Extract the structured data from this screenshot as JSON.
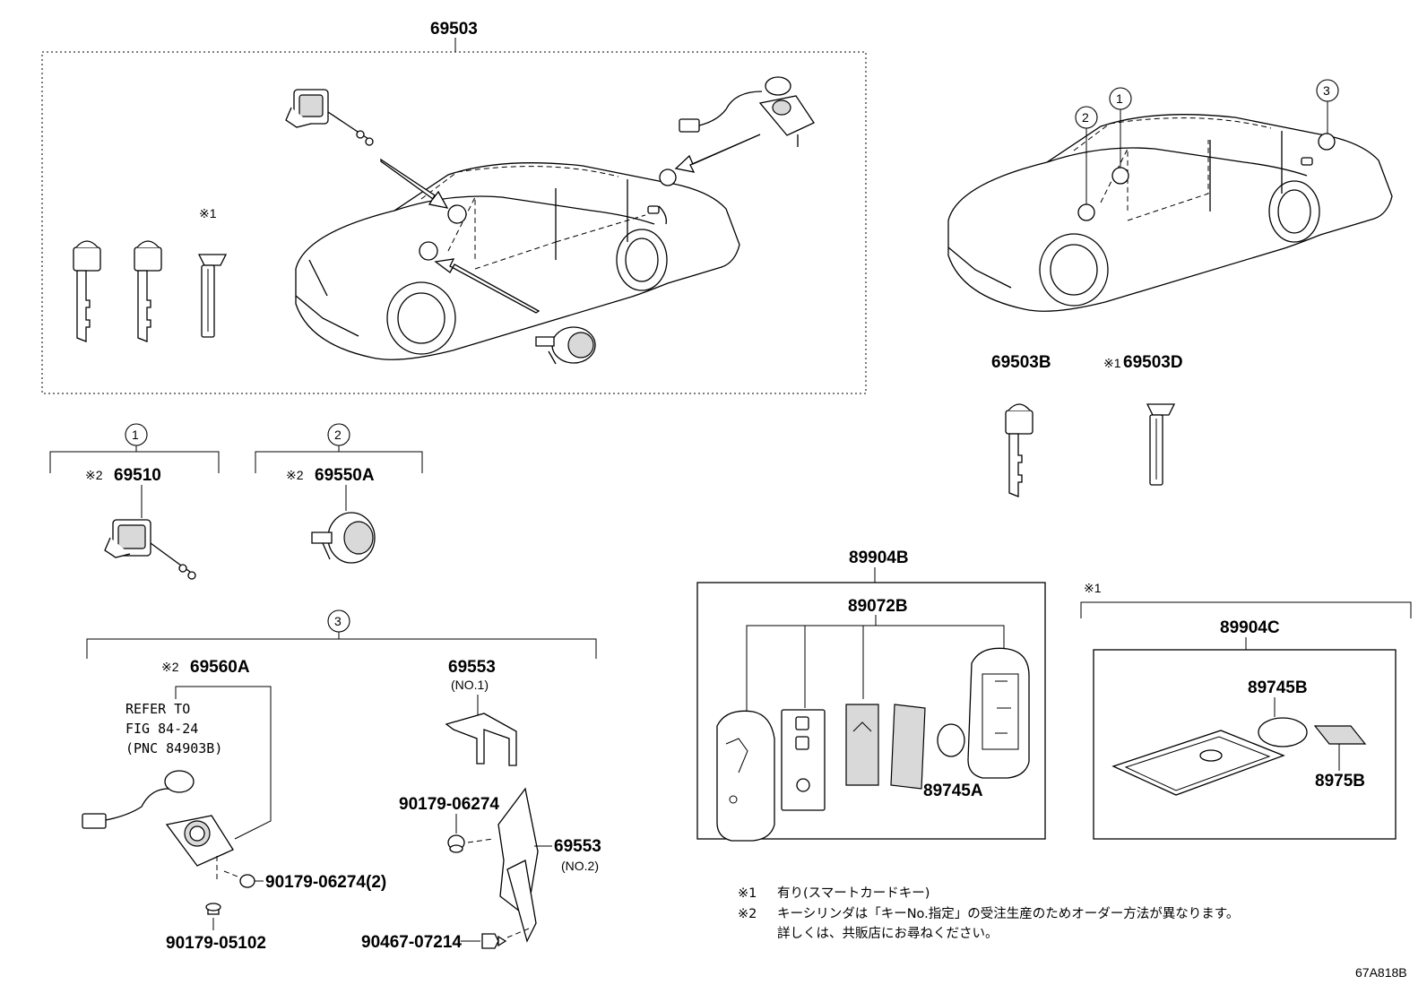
{
  "parts": {
    "p69503": "69503",
    "p69503B": "69503B",
    "p69503D": "69503D",
    "p69510": "69510",
    "p69550A": "69550A",
    "p69560A": "69560A",
    "p69553_1": "69553",
    "p69553_1_sub": "(NO.1)",
    "p69553_2": "69553",
    "p69553_2_sub": "(NO.2)",
    "p90179_06274_a": "90179-06274",
    "p90179_06274_b": "90179-06274(2)",
    "p90179_05102": "90179-05102",
    "p90467_07214": "90467-07214",
    "p89904B": "89904B",
    "p89072B": "89072B",
    "p89745A": "89745A",
    "p89904C": "89904C",
    "p89745B": "89745B",
    "p8975B": "8975B"
  },
  "marks": {
    "note1": "※1",
    "note2": "※2",
    "circle1": "1",
    "circle2": "2",
    "circle3": "3"
  },
  "refer": {
    "line1": "REFER TO",
    "line2": "FIG 84-24",
    "line3": "(PNC 84903B)"
  },
  "notes": {
    "n1_mark": "※1",
    "n1_text": "有り(スマートカードキー)",
    "n2_mark": "※2",
    "n2_text_line1": "キーシリンダは「キーNo.指定」の受注生産のためオーダー方法が異なります。",
    "n2_text_line2": "詳しくは、共販店にお尋ねください。"
  },
  "figure_id": "67A818B"
}
